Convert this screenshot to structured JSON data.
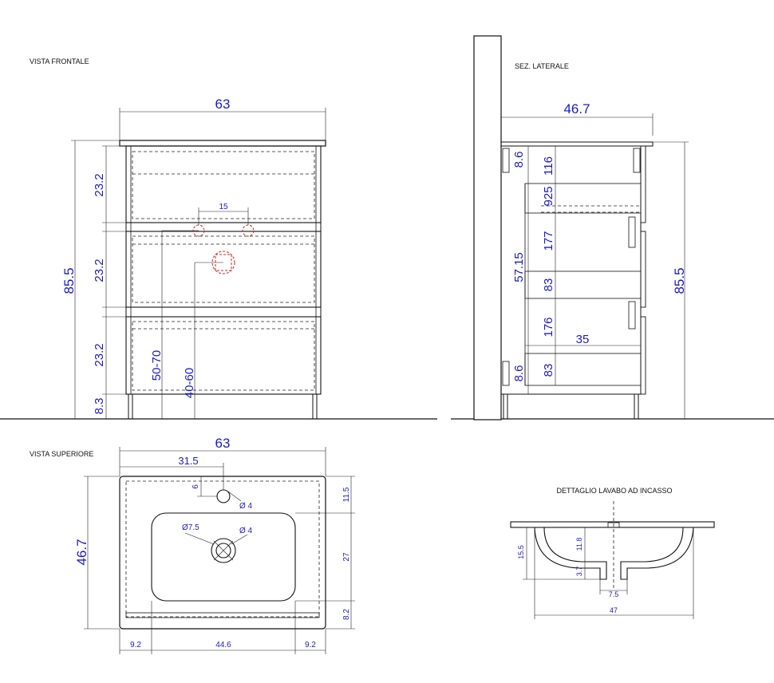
{
  "views": {
    "front": {
      "title": "VISTA FRONTALE",
      "width": "63",
      "height": "85.5",
      "drawer1": "23.2",
      "drawer2": "23.2",
      "drawer3": "23.2",
      "base": "8.3",
      "tap_spacing": "15",
      "supply_height": "50-70",
      "drain_height": "40-60"
    },
    "side": {
      "title": "SEZ. LATERALE",
      "depth": "46.7",
      "height": "85.5",
      "left_offset": "57.15",
      "top_gap": "8.6",
      "bottom_gap": "8.6",
      "d116": "116",
      "d925": "925",
      "d177": "177",
      "d83a": "83",
      "d176": "176",
      "d83b": "83",
      "d35": "35"
    },
    "top": {
      "title": "VISTA SUPERIORE",
      "width": "63",
      "half_width": "31.5",
      "depth": "46.7",
      "tap_offset": "6",
      "tap_diameter": "Ø 4",
      "drain_outer": "Ø7.5",
      "drain_inner": "Ø 4",
      "d115": "11.5",
      "d27": "27",
      "d82": "8.2",
      "left_margin": "9.2",
      "basin_width": "44.6",
      "right_margin": "9.2"
    },
    "detail": {
      "title": "DETTAGLIO LAVABO AD INCASSO",
      "depth": "15.5",
      "inner": "11.8",
      "bottom": "3.7",
      "drain": "7.5",
      "width": "47"
    }
  }
}
